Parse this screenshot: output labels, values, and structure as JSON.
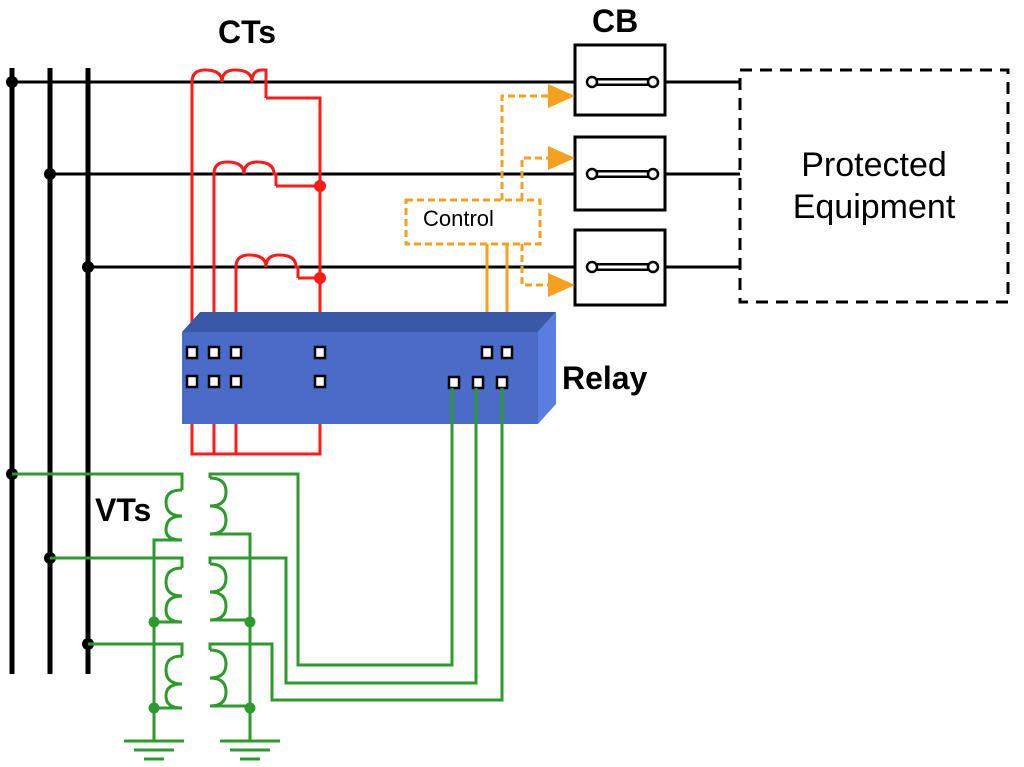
{
  "labels": {
    "cts": "CTs",
    "cb": "CB",
    "relay": "Relay",
    "vts": "VTs",
    "control": "Control",
    "equipment_line1": "Protected",
    "equipment_line2": "Equipment"
  },
  "colors": {
    "busbar": "#000000",
    "ct_wiring": "#ff1a1a",
    "vt_wiring": "#2e9a2e",
    "control_wiring": "#f5a01e",
    "relay_front": "#4a6cc8",
    "relay_top": "#3a58a8",
    "relay_side": "#5a7ee0"
  }
}
